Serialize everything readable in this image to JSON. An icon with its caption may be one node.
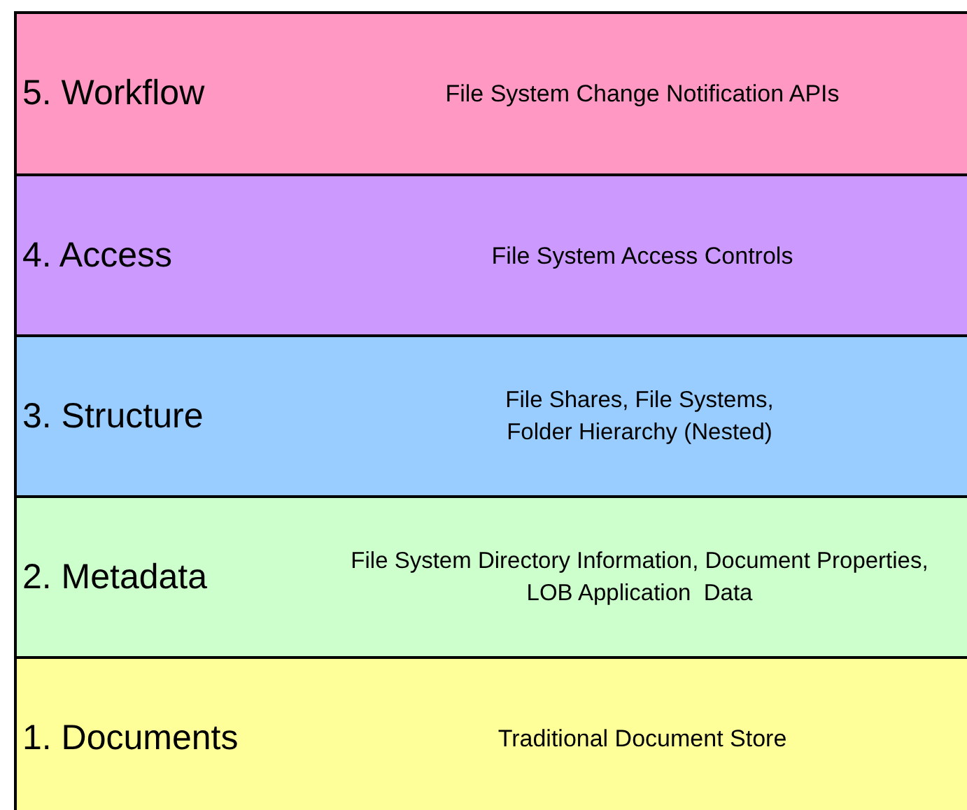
{
  "diagram": {
    "nodes": [
      {
        "text": [
          "5. Workflow",
          "File System Change Notification APIs"
        ]
      },
      {
        "text": [
          "4. Access",
          "File System Access Controls"
        ]
      },
      {
        "text": [
          "3. Structure",
          "File Shares, File Systems, Folder Hierarchy (Nested)"
        ]
      },
      {
        "text": [
          "2. Metadata",
          "File System Directory Information, Document Properties, LOB Application  Data"
        ]
      },
      {
        "text": [
          "1. Documents",
          "Traditional Document Store"
        ]
      }
    ]
  }
}
